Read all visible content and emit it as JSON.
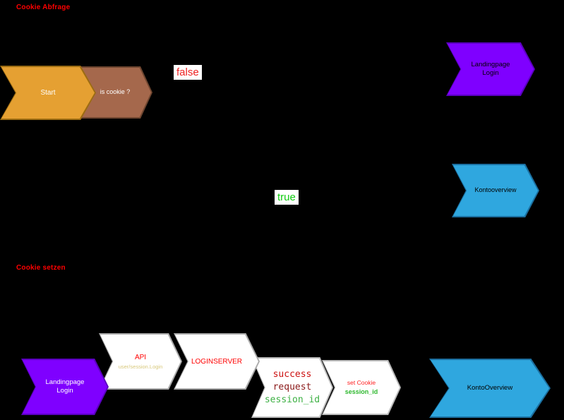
{
  "sections": {
    "cookie_abfrage": "Cookie Abfrage",
    "cookie_setzen": "Cookie setzen"
  },
  "labels": {
    "false": "false",
    "true": "true"
  },
  "nodes": {
    "start": {
      "label": "Start"
    },
    "is_cookie": {
      "label": "is cookie ?"
    },
    "landingpage_login_top": {
      "label": "Landingpage Login"
    },
    "kontooverview_top": {
      "label": "Kontooverview"
    },
    "landingpage_login_bottom": {
      "label": "Landingpage Login"
    },
    "api": {
      "label": "API",
      "endpoint": "user/session.Login"
    },
    "loginserver": {
      "label": "LOGINSERVER"
    },
    "server_response": {
      "line1": "success",
      "line2": "request",
      "line3": "session_id"
    },
    "set_cookie": {
      "label": "set Cookie",
      "session": "session_id"
    },
    "kontooverview_bottom": {
      "label": "KontoOverview"
    }
  },
  "colors": {
    "background": "#000000",
    "section_text": "#FF0000",
    "false_text": "#EE2222",
    "true_text": "#11CC11",
    "start_fill": "#E5A032",
    "decision_fill": "#A5684C",
    "landingpage_fill": "#7F00FF",
    "konto_fill": "#2FA7DF",
    "process_fill": "#FFFFFF",
    "api_label_text": "#FF0000",
    "api_endpoint_text": "#D8C87A",
    "loginserver_text": "#FF0000",
    "success_text": "#CC1111",
    "request_text": "#8B1A1A",
    "session_id_text": "#3CB043",
    "set_cookie_text": "#FF2222",
    "node_text_dark": "#000000",
    "node_text_light": "#FFFFFF"
  }
}
